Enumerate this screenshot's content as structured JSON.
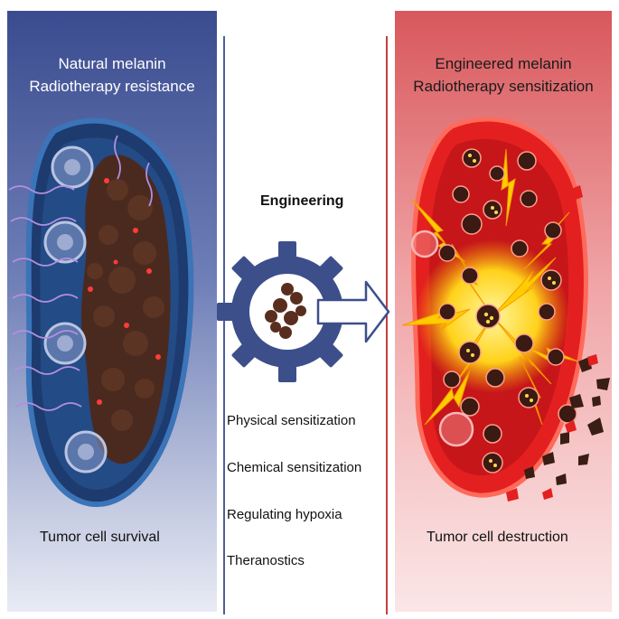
{
  "left_panel": {
    "title_line1": "Natural melanin",
    "title_line2": "Radiotherapy resistance",
    "caption": "Tumor cell survival",
    "color": "#3a4c8f"
  },
  "center": {
    "label": "Engineering",
    "mechanisms": [
      "Physical sensitization",
      "Chemical sensitization",
      "Regulating hypoxia",
      "Theranostics"
    ],
    "gear_color": "#3d4f8a"
  },
  "right_panel": {
    "title_line1": "Engineered melanin",
    "title_line2": "Radiotherapy sensitization",
    "caption": "Tumor cell destruction",
    "color": "#d8585c"
  }
}
